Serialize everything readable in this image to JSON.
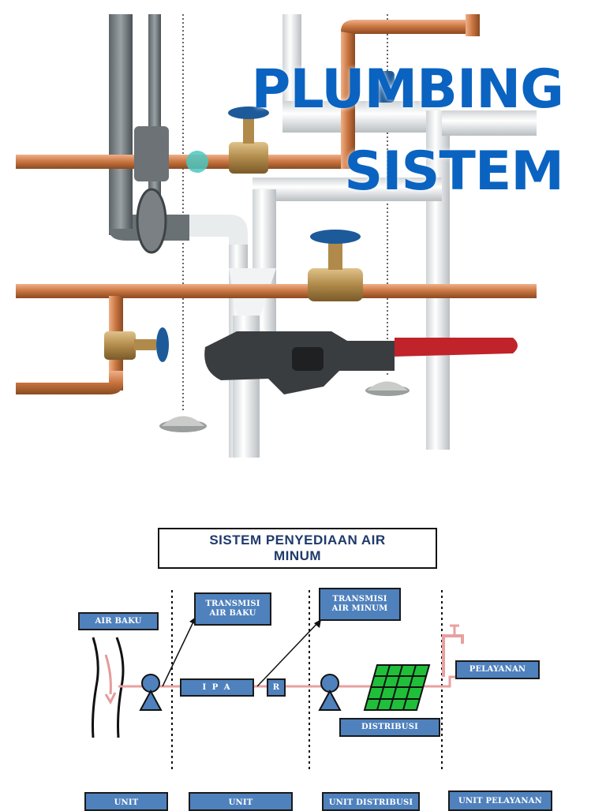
{
  "title": {
    "line1": "PLUMBING",
    "line2": "SISTEM"
  },
  "diagram": {
    "header": "SISTEM PENYEDIAAN AIR MINUM",
    "labels": {
      "air_baku": "AIR BAKU",
      "transmisi_air_baku": "TRANSMISI AIR BAKU",
      "transmisi_air_minum": "TRANSMISI AIR MINUM",
      "ipa": "I P A",
      "reservoir": "R",
      "pelayanan": "PELAYANAN",
      "distribusi": "DISTRIBUSI"
    },
    "units": {
      "unit_1": "UNIT",
      "unit_2": "UNIT",
      "unit_distribusi": "UNIT DISTRIBUSI",
      "unit_pelayanan": "UNIT PELAYANAN"
    }
  },
  "colors": {
    "title_blue": "#0a63c0",
    "label_blue": "#4f81bd",
    "pipe_line": "#e8a0a0",
    "grid_green": "#1fbf3a",
    "copper": "#c8743f"
  },
  "icons": [
    "valve-icon",
    "pump-icon",
    "tap-icon",
    "wrench-icon",
    "river-icon",
    "distribution-grid-icon"
  ]
}
